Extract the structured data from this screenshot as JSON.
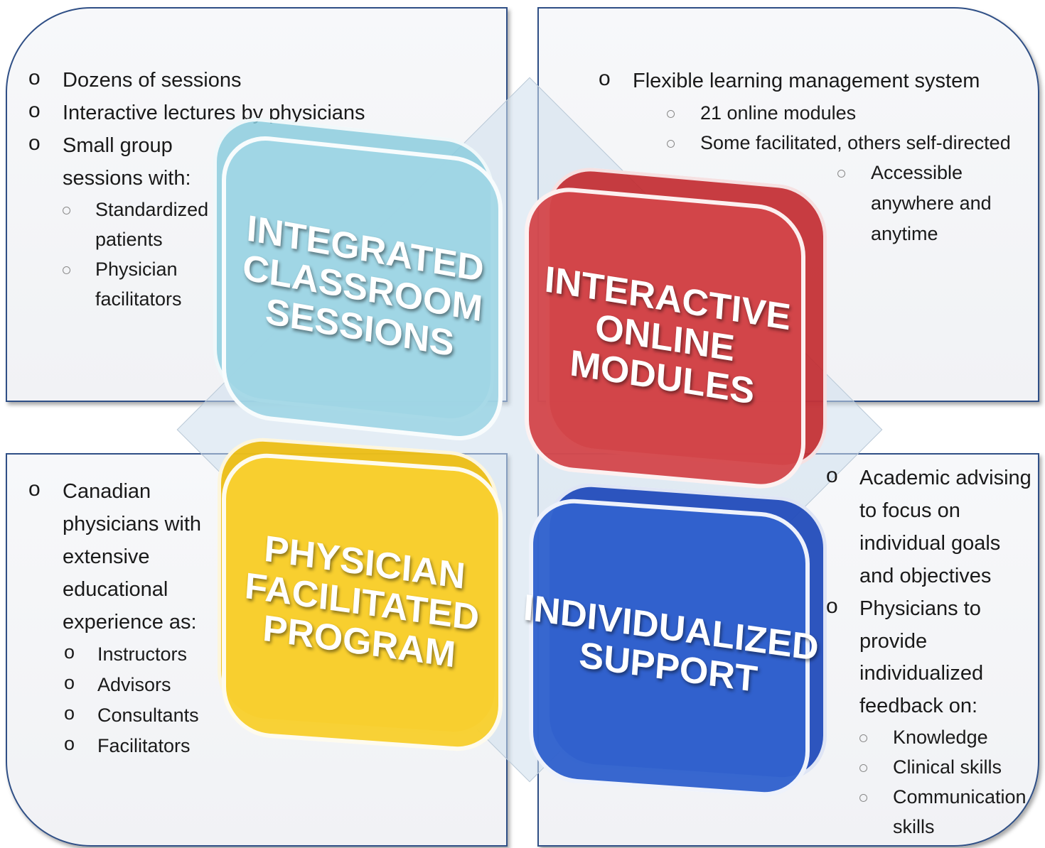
{
  "center": {
    "integrated": "INTEGRATED CLASSROOM SESSIONS",
    "integrated_lines": [
      "INTEGRATED",
      "CLASSROOM",
      "SESSIONS"
    ],
    "online_lines": [
      "INTERACTIVE",
      "ONLINE",
      "MODULES"
    ],
    "physician_lines": [
      "PHYSICIAN",
      "FACILITATED",
      "PROGRAM"
    ],
    "support_lines": [
      "INDIVIDUALIZED",
      "SUPPORT"
    ]
  },
  "top_left": {
    "items": [
      "Dozens of sessions",
      "Interactive lectures by physicians",
      "Small group",
      "sessions with:"
    ],
    "subitems": [
      "Standardized",
      "patients",
      "Physician",
      "facilitators"
    ]
  },
  "top_right": {
    "items": [
      "Flexible learning management system"
    ],
    "subitems": [
      "21 online modules",
      "Some facilitated, others self-directed"
    ],
    "subsubitems": [
      "Accessible",
      "anywhere and",
      "anytime"
    ]
  },
  "bottom_left": {
    "items": [
      "Canadian",
      "physicians with",
      "extensive",
      "educational",
      "experience as:"
    ],
    "subitems": [
      "Instructors",
      "Advisors",
      "Consultants",
      "Facilitators"
    ]
  },
  "bottom_right": {
    "items": [
      "Academic advising",
      "to focus on",
      "individual goals",
      "and objectives",
      "Physicians to",
      "provide",
      "individualized",
      "feedback on:"
    ],
    "subitems": [
      "Knowledge",
      "Clinical skills",
      "Communication",
      "skills"
    ]
  },
  "bullets": {
    "main": "o",
    "sub": "○"
  }
}
